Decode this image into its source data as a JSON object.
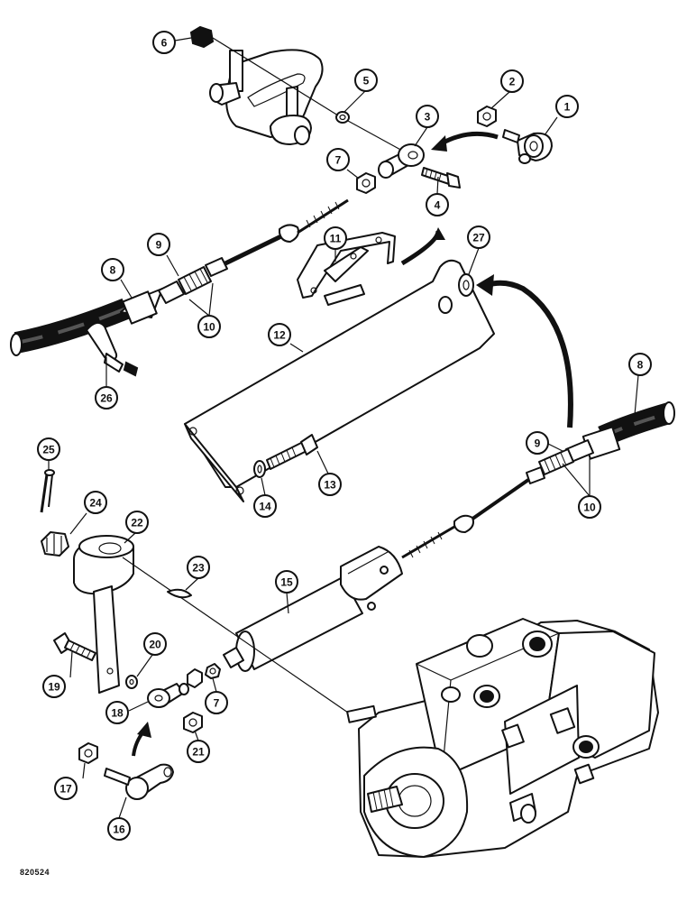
{
  "figure_code": "820524",
  "callouts": [
    "6",
    "5",
    "2",
    "1",
    "3",
    "7",
    "4",
    "11",
    "27",
    "9",
    "8",
    "10",
    "12",
    "26",
    "8",
    "9",
    "10",
    "25",
    "24",
    "22",
    "13",
    "14",
    "23",
    "15",
    "20",
    "19",
    "7",
    "18",
    "21",
    "17",
    "16"
  ]
}
